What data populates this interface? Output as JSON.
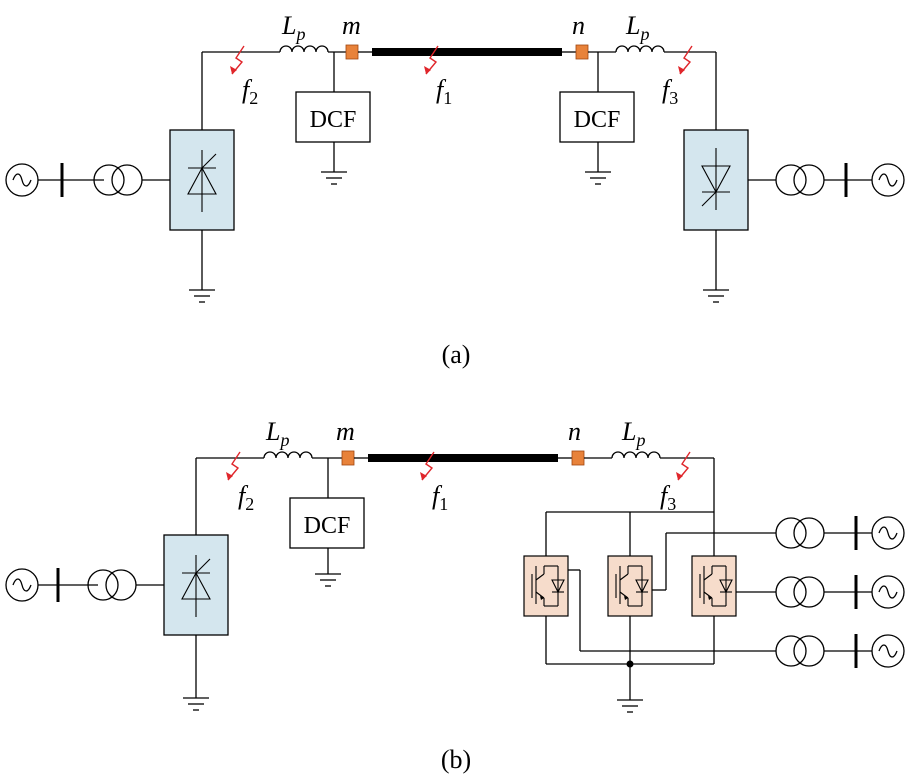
{
  "figure": {
    "panel_a": {
      "caption": "(a)",
      "line_label": "f",
      "line_sub": "1",
      "left": {
        "inductor_L": "L",
        "inductor_sub": "p",
        "node": "m",
        "fault": "f",
        "fault_sub": "2",
        "filter": "DCF"
      },
      "right": {
        "inductor_L": "L",
        "inductor_sub": "p",
        "node": "n",
        "fault": "f",
        "fault_sub": "3",
        "filter": "DCF"
      }
    },
    "panel_b": {
      "caption": "(b)",
      "line_label": "f",
      "line_sub": "1",
      "left": {
        "inductor_L": "L",
        "inductor_sub": "p",
        "node": "m",
        "fault": "f",
        "fault_sub": "2",
        "filter": "DCF"
      },
      "right": {
        "inductor_L": "L",
        "inductor_sub": "p",
        "node": "n",
        "fault": "f",
        "fault_sub": "3"
      }
    }
  },
  "colors": {
    "converter_fill": "#d4e6ee",
    "mmc_fill": "#f6dccb",
    "node_fill": "#e8823a",
    "fault_arrow": "#e0262b"
  }
}
